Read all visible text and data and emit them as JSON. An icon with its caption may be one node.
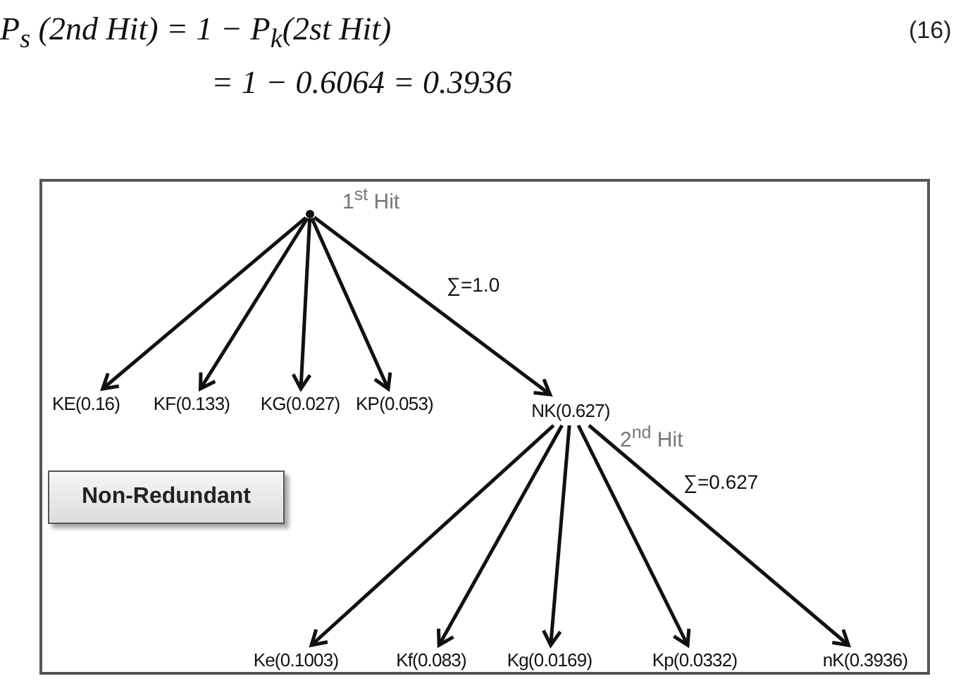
{
  "diagram": {
    "nodes": [
      {
        "text": [],
        "shape": "dot",
        "beside": [
          "1$^{st}$ Hit"
        ]
      },
      {
        "text": [
          "KE(0.16)"
        ]
      },
      {
        "text": [
          "KF(0.133)"
        ]
      },
      {
        "text": [
          "KG(0.027)"
        ]
      },
      {
        "text": [
          "KP(0.053)"
        ]
      },
      {
        "text": [
          "NK(0.627)"
        ]
      },
      {
        "text": [
          "Ke(0.1003)"
        ]
      },
      {
        "text": [
          "Kf(0.083)"
        ]
      },
      {
        "text": [
          "Kg(0.0169)"
        ]
      },
      {
        "text": [
          "Kp(0.0332)"
        ]
      },
      {
        "text": [
          "nK(0.3936)"
        ]
      },
      {
        "text": [
          "Non-Redundant"
        ]
      }
    ],
    "edges": [
      {
        "from": 0,
        "to": 1,
        "arrow": "to"
      },
      {
        "from": 0,
        "to": 2,
        "arrow": "to"
      },
      {
        "from": 0,
        "to": 3,
        "arrow": "to"
      },
      {
        "from": 0,
        "to": 4,
        "arrow": "to"
      },
      {
        "from": 0,
        "to": 5,
        "arrow": "to",
        "label": "∑=1.0"
      },
      {
        "from": 5,
        "to": 6,
        "arrow": "to"
      },
      {
        "from": 5,
        "to": 7,
        "arrow": "to"
      },
      {
        "from": 5,
        "to": 8,
        "arrow": "to"
      },
      {
        "from": 5,
        "to": 9,
        "arrow": "to"
      },
      {
        "from": 5,
        "to": 10,
        "arrow": "to",
        "label": "∑=0.627"
      }
    ],
    "labels": [
      "P$_{s}$ (2nd Hit) = 1 − P$_{k}$(2st Hit)",
      "= 1 − 0.6064 = 0.3936",
      "(16)",
      "2$^{nd}$ Hit"
    ]
  }
}
